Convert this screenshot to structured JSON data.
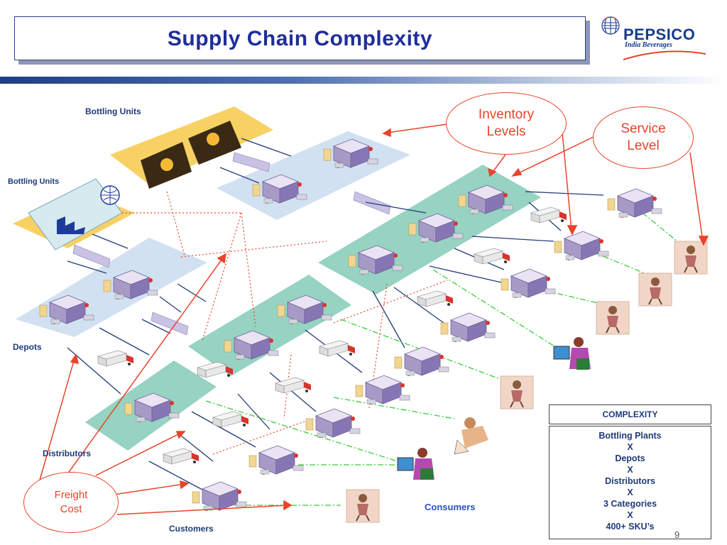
{
  "title": "Supply Chain Complexity",
  "logo": {
    "name": "PEPSICO",
    "subtitle": "India Beverages"
  },
  "labels": {
    "bottling_units_top": "Bottling Units",
    "bottling_units_left": "Bottling Units",
    "depots": "Depots",
    "distributors": "Distributors",
    "customers": "Customers",
    "consumers": "Consumers"
  },
  "callouts": {
    "inventory": [
      "Inventory",
      "Levels"
    ],
    "service": [
      "Service",
      "Level"
    ],
    "freight": [
      "Freight",
      "Cost"
    ]
  },
  "complexity": {
    "heading": "COMPLEXITY",
    "lines": [
      "Bottling Plants",
      "X",
      "Depots",
      "X",
      "Distributors",
      "X",
      "3 Categories",
      "X",
      "400+ SKU’s"
    ]
  },
  "page_number": "9",
  "colors": {
    "title": "#1f2e99",
    "accent_red": "#e8442a",
    "green_dash": "#3ccc3c",
    "teal_panel": "#3fae8f",
    "blue_panel": "#c9dcef",
    "yellow_panel": "#f7c94a"
  }
}
